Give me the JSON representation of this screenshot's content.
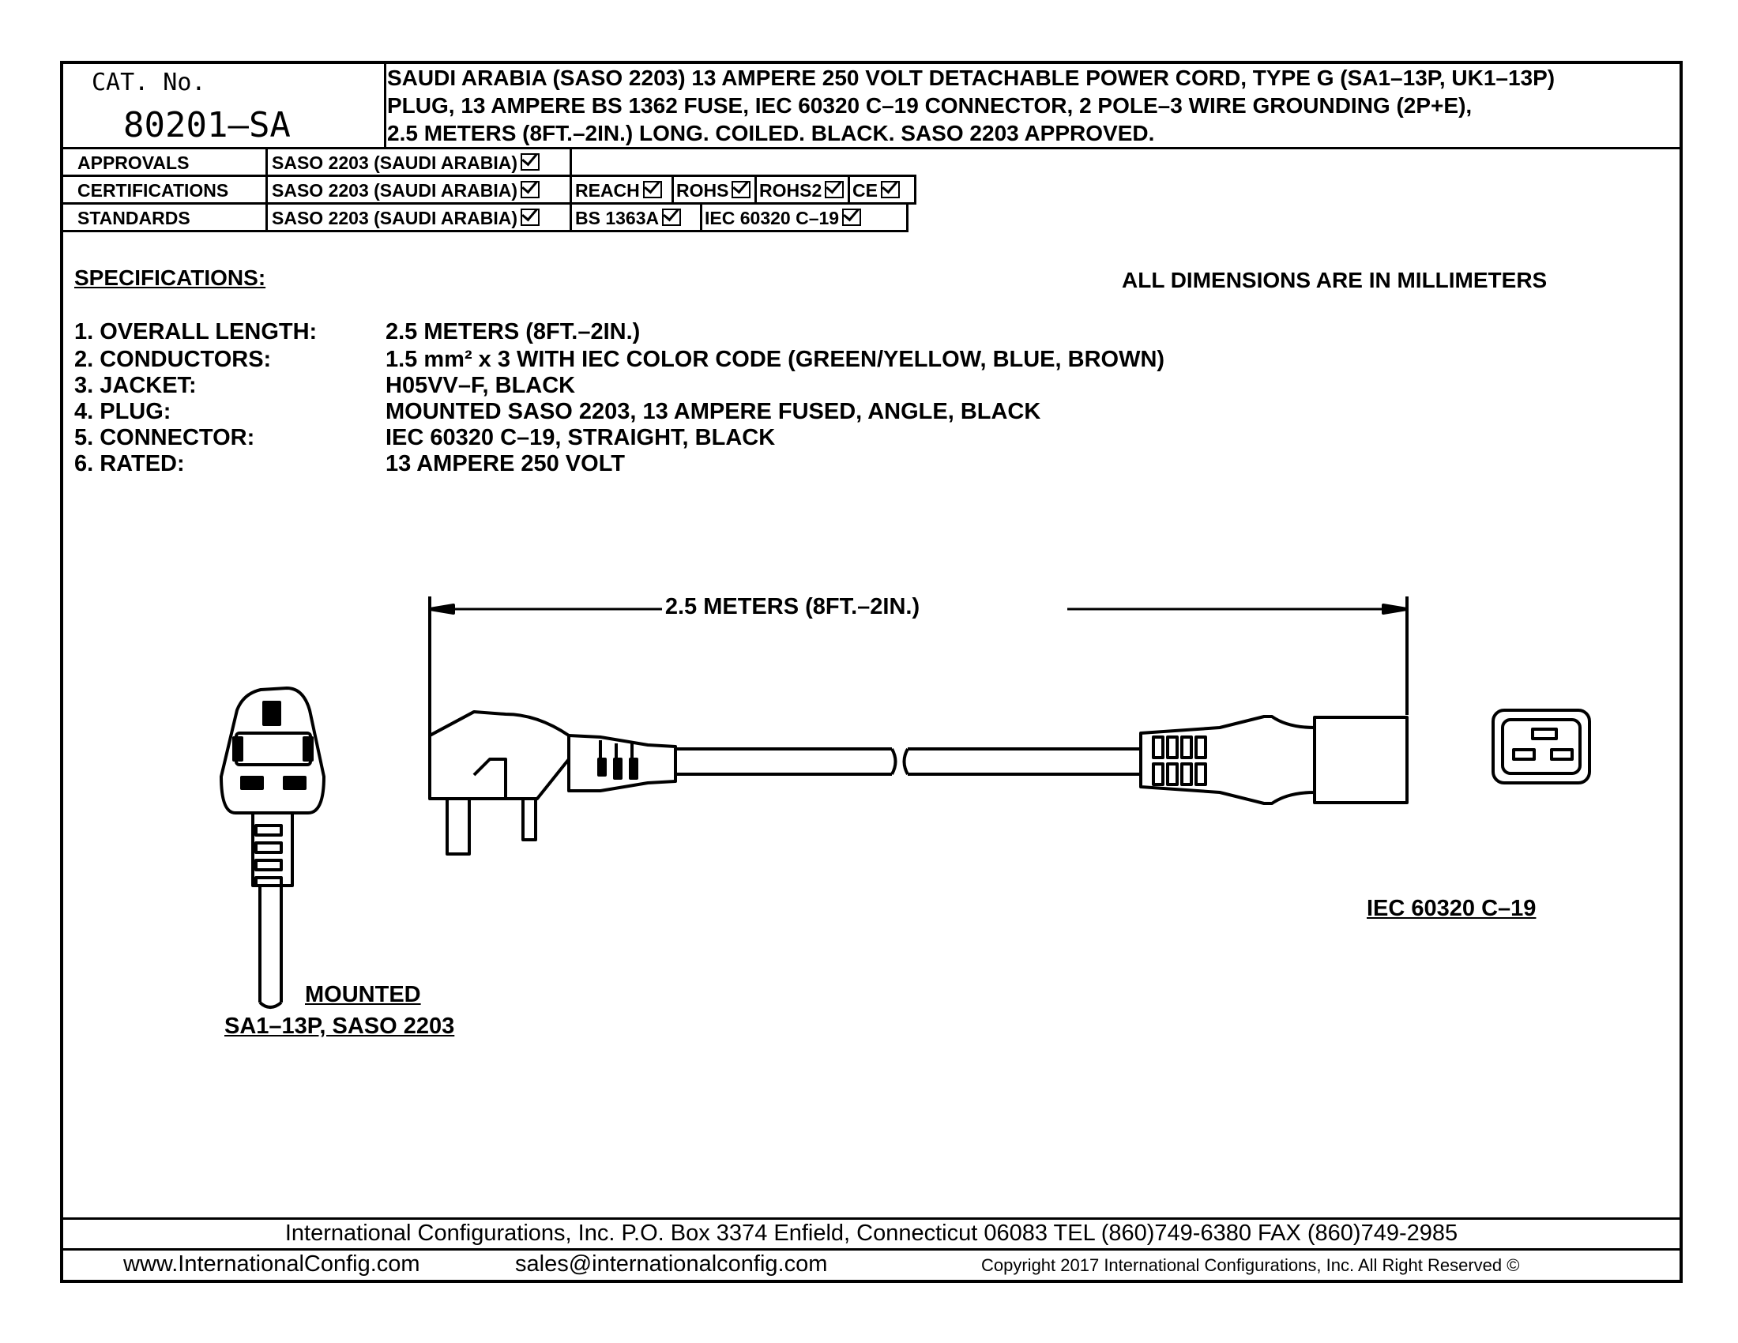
{
  "header": {
    "cat_label": "CAT. No.",
    "cat_number": "80201–SA",
    "description_lines": [
      "SAUDI ARABIA (SASO 2203) 13 AMPERE 250 VOLT DETACHABLE POWER CORD, TYPE G (SA1–13P, UK1–13P)",
      "PLUG, 13 AMPERE BS 1362 FUSE, IEC 60320 C–19 CONNECTOR, 2 POLE–3 WIRE GROUNDING (2P+E),",
      "2.5 METERS (8FT.–2IN.) LONG. COILED. BLACK. SASO 2203 APPROVED."
    ]
  },
  "compliance": {
    "approvals": {
      "label": "APPROVALS",
      "items": [
        "SASO 2203 (SAUDI ARABIA)"
      ]
    },
    "certifications": {
      "label": "CERTIFICATIONS",
      "items": [
        "SASO 2203 (SAUDI ARABIA)",
        "REACH",
        "ROHS",
        "ROHS2",
        "CE"
      ]
    },
    "standards": {
      "label": "STANDARDS",
      "items": [
        "SASO 2203 (SAUDI ARABIA)",
        "BS 1363A",
        "IEC 60320 C–19"
      ]
    }
  },
  "specifications": {
    "title": "SPECIFICATIONS:",
    "units_note": "ALL DIMENSIONS ARE IN MILLIMETERS",
    "rows": [
      {
        "label": "1. OVERALL LENGTH:",
        "value": "2.5 METERS (8FT.–2IN.)"
      },
      {
        "label": "2. CONDUCTORS:",
        "value": "1.5 mm² x 3 WITH IEC COLOR CODE (GREEN/YELLOW, BLUE, BROWN)"
      },
      {
        "label": "3. JACKET:",
        "value": "H05VV–F, BLACK"
      },
      {
        "label": "4. PLUG:",
        "value": "MOUNTED SASO 2203, 13 AMPERE FUSED, ANGLE, BLACK"
      },
      {
        "label": "5. CONNECTOR:",
        "value": "IEC 60320 C–19, STRAIGHT, BLACK"
      },
      {
        "label": "6. RATED:",
        "value": "13 AMPERE 250 VOLT"
      }
    ]
  },
  "drawing": {
    "dimension_label": "2.5 METERS (8FT.–2IN.)",
    "plug_caption_line1": "MOUNTED",
    "plug_caption_line2": "SA1–13P, SASO 2203",
    "connector_caption": "IEC 60320 C–19"
  },
  "footer": {
    "line1": "International Configurations, Inc.   P.O. Box 3374   Enfield, Connecticut 06083   TEL (860)749-6380   FAX (860)749-2985",
    "website": "www.InternationalConfig.com",
    "email": "sales@internationalconfig.com",
    "copyright": "Copyright 2017 International Configurations, Inc. All Right Reserved ©"
  }
}
